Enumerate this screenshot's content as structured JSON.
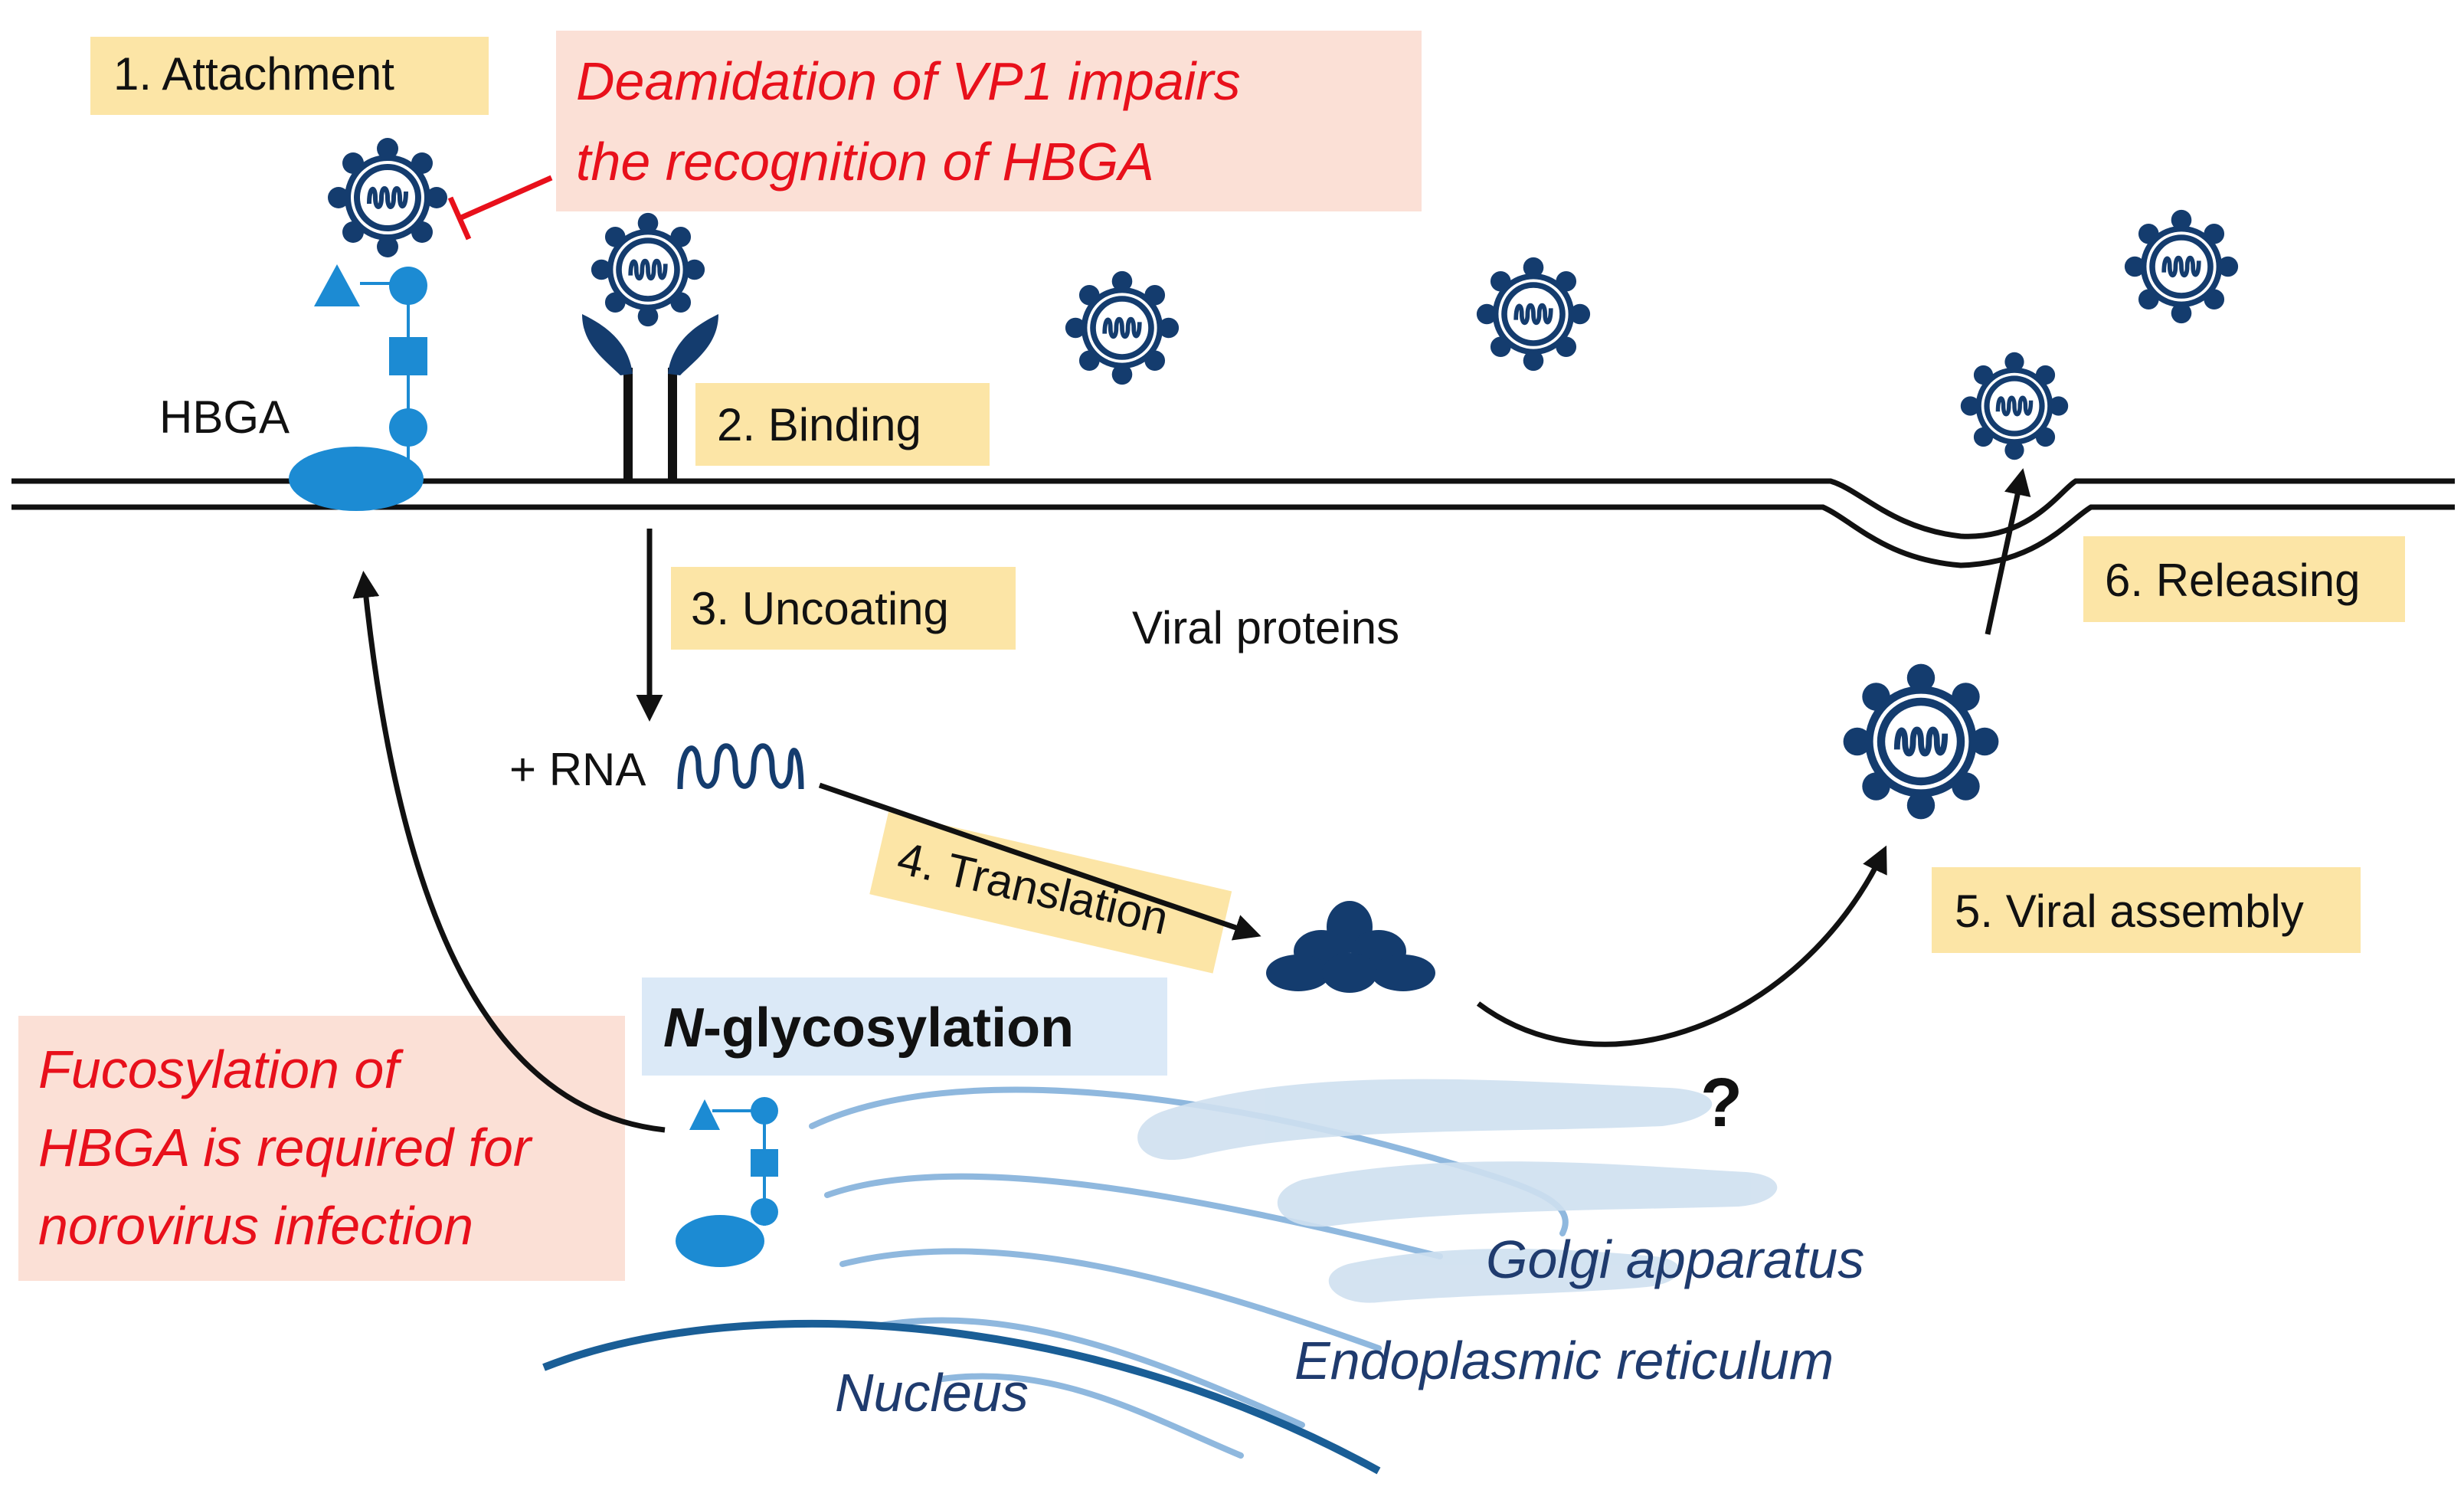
{
  "colors": {
    "step_box": "#fce5a6",
    "note_box": "#fbe0d6",
    "glyco_box": "#dbe9f7",
    "red_text": "#e8101b",
    "virus_dark": "#143c6e",
    "hbga_blue": "#1c8bd3",
    "organelle_light": "#cfe0f0",
    "organelle_text": "#1f3b6e",
    "nucleus": "#1a5e96"
  },
  "steps": {
    "attachment": "1. Attachment",
    "binding": "2. Binding",
    "uncoating": "3. Uncoating",
    "translation": "4. Translation",
    "assembly": "5. Viral assembly",
    "releasing": "6. Releasing"
  },
  "notes": {
    "deamidation_line1": "Deamidation of VP1 impairs",
    "deamidation_line2": "the recognition of HBGA",
    "fucosylation_line1": "Fucosylation of",
    "fucosylation_line2": "HBGA is required for",
    "fucosylation_line3": "norovirus infection"
  },
  "labels": {
    "hbga": "HBGA",
    "viral_proteins": "Viral proteins",
    "rna": "+ RNA",
    "n_prefix": "N",
    "n_glyco_rest": "-glycosylation",
    "question": "?",
    "golgi": "Golgi apparatus",
    "er": "Endoplasmic reticulum",
    "nucleus": "Nucleus"
  },
  "icons": [
    "virus-icon",
    "hbga-glycan-icon",
    "receptor-icon",
    "rna-strand-icon",
    "viral-protein-cluster-icon",
    "inhibition-icon"
  ]
}
